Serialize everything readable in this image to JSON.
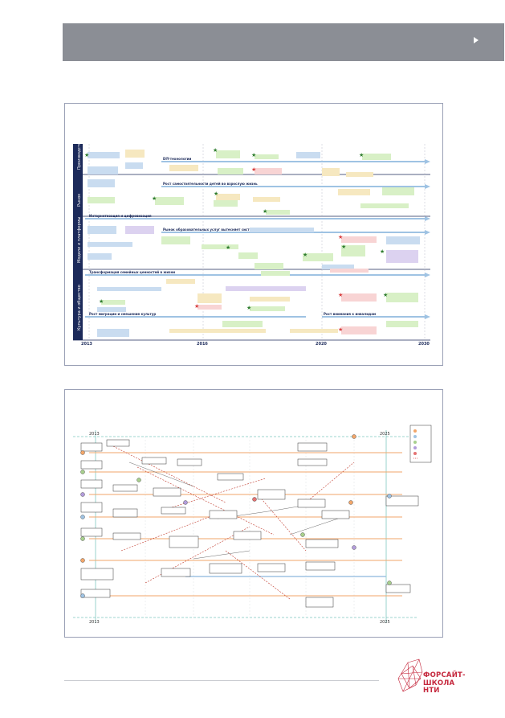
{
  "timeline1": {
    "rows": [
      "Производство",
      "Рынок",
      "Модели и платформы",
      "Культура и общество"
    ],
    "bands": [
      {
        "label": "DIY-технологии"
      },
      {
        "label": "Рост самостоятельности детей во взрослую жизнь"
      },
      {
        "label": "Интернетизация и цифровизация"
      },
      {
        "label": "Рынок образовательных услуг вытесняет систему образования"
      },
      {
        "label": "Трансформация семейных ценностей в жизни"
      },
      {
        "label": "Рост миграции и смешение культур"
      },
      {
        "label": "Рост внимания к инвалидам"
      }
    ],
    "years": [
      "2013",
      "2016",
      "2020",
      "2030"
    ]
  },
  "timeline2": {
    "years_top": [
      "2013",
      "2025"
    ],
    "years_bottom": [
      "2013",
      "2025"
    ]
  },
  "logo": {
    "line1": "ФОРСАЙТ-",
    "line2": "ШКОЛА",
    "line3": "НТИ"
  },
  "colors": {
    "banner": "#8b8e95",
    "brand": "#c5283d",
    "row_label": "#1c2a5a",
    "arrow_blue": "#9fc3e3",
    "arrow_orange": "#f2a66a"
  }
}
